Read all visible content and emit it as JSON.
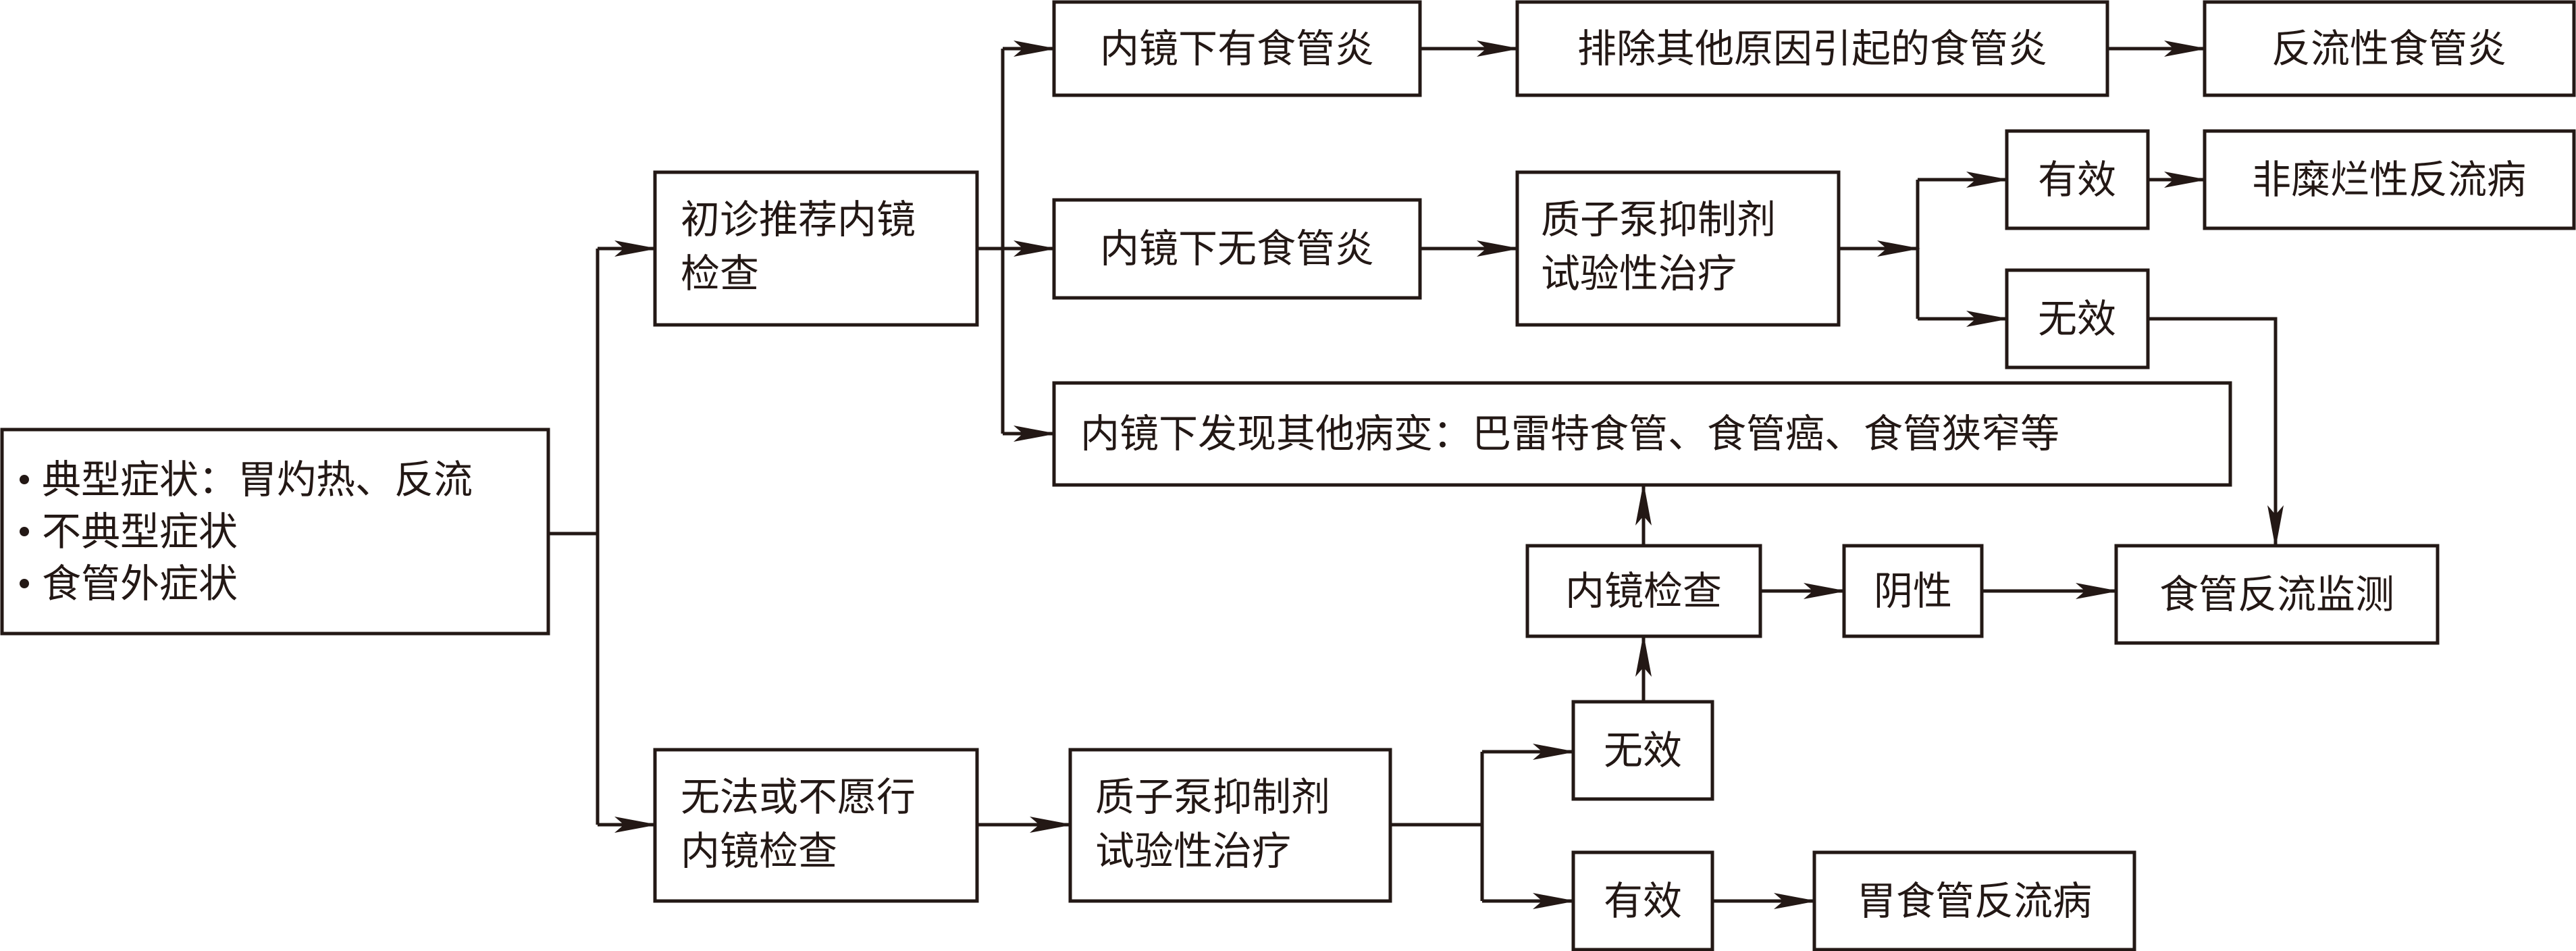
{
  "colors": {
    "line": "#231815",
    "box_fill": "#ffffff",
    "text": "#231815"
  },
  "nodes": {
    "symptoms": {
      "bullets": [
        "典型症状：胃灼热、反流",
        "不典型症状",
        "食管外症状"
      ]
    },
    "initial_endoscopy": {
      "lines": [
        "初诊推荐内镜",
        "检查"
      ]
    },
    "no_endoscopy": {
      "lines": [
        "无法或不愿行",
        "内镜检查"
      ]
    },
    "esophagitis_found": {
      "lines": [
        "内镜下有食管炎"
      ]
    },
    "exclude_other_causes": {
      "lines": [
        "排除其他原因引起的食管炎"
      ]
    },
    "reflux_esophagitis": {
      "lines": [
        "反流性食管炎"
      ]
    },
    "no_esophagitis": {
      "lines": [
        "内镜下无食管炎"
      ]
    },
    "ppi_trial_upper": {
      "lines": [
        "质子泵抑制剂",
        "试验性治疗"
      ]
    },
    "effective_upper": {
      "lines": [
        "有效"
      ]
    },
    "nerd": {
      "lines": [
        "非糜烂性反流病"
      ]
    },
    "ineffective_upper": {
      "lines": [
        "无效"
      ]
    },
    "other_lesions": {
      "lines": [
        "内镜下发现其他病变：巴雷特食管、食管癌、食管狭窄等"
      ]
    },
    "endoscopy_check": {
      "lines": [
        "内镜检查"
      ]
    },
    "negative": {
      "lines": [
        "阴性"
      ]
    },
    "reflux_monitoring": {
      "lines": [
        "食管反流监测"
      ]
    },
    "ppi_trial_lower": {
      "lines": [
        "质子泵抑制剂",
        "试验性治疗"
      ]
    },
    "ineffective_lower": {
      "lines": [
        "无效"
      ]
    },
    "effective_lower": {
      "lines": [
        "有效"
      ]
    },
    "gerd": {
      "lines": [
        "胃食管反流病"
      ]
    }
  }
}
